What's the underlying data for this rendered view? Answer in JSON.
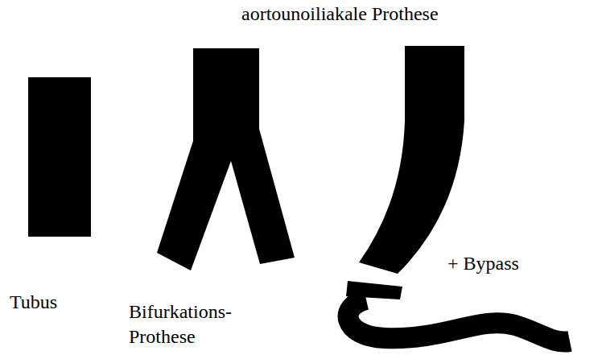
{
  "diagram": {
    "labels": [
      "aortounoiliakale Prothese",
      "Tubus",
      "Bifurkations- Prothese",
      "+ Bypass"
    ]
  }
}
